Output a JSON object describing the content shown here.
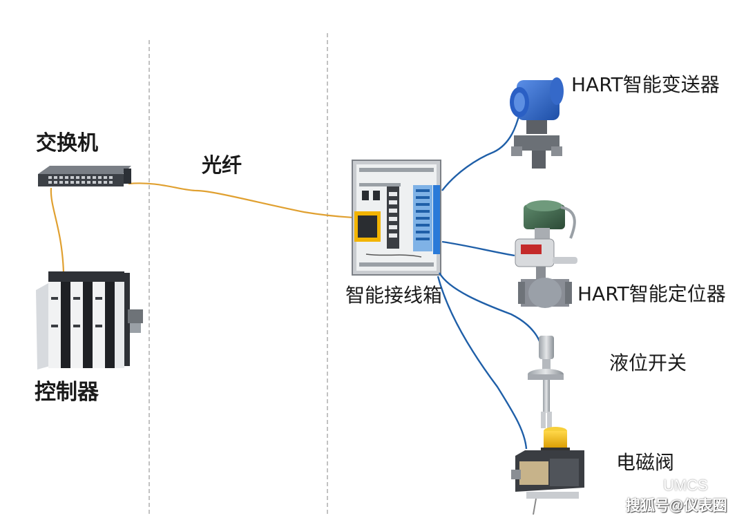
{
  "labels": {
    "switch": "交换机",
    "controller": "控制器",
    "fiber": "光纤",
    "junction_box": "智能接线箱",
    "hart_transmitter": "HART智能变送器",
    "hart_positioner": "HART智能定位器",
    "level_switch": "液位开关",
    "solenoid_valve": "电磁阀"
  },
  "watermark": {
    "brand": "UMCS",
    "source": "搜狐号@仪表圈"
  },
  "colors": {
    "fiber_cable": "#e0a030",
    "field_cable": "#1f5fa8",
    "divider": "#9a9a9a",
    "transmitter_body": "#2f6bd0",
    "positioner_body": "#3f6a50",
    "valve_body": "#8a8e96",
    "beacon": "#f5b800",
    "cabinet": "#d6d8da",
    "wiring_duct": "#2a7ad8"
  }
}
